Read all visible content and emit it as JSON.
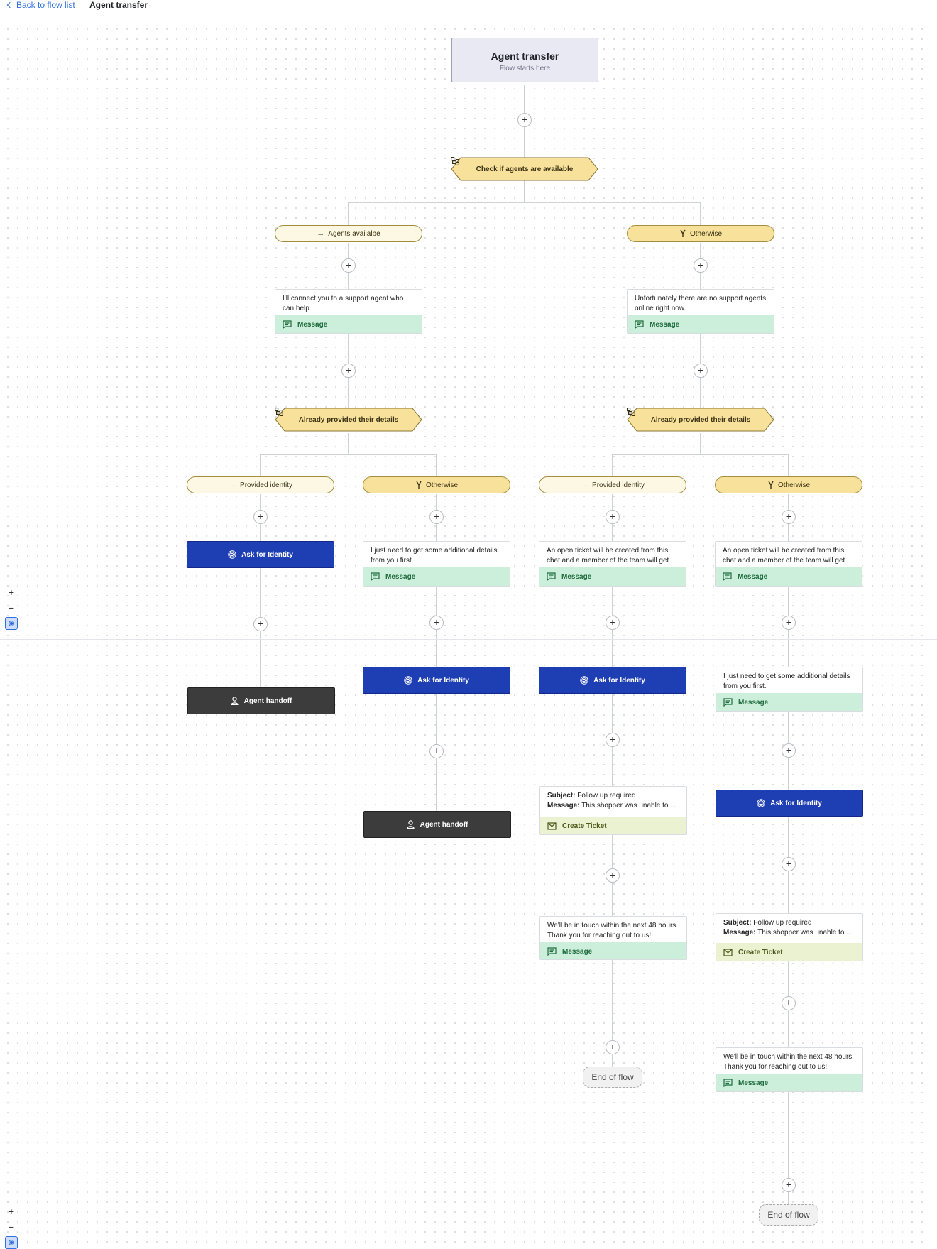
{
  "topbar": {
    "back_label": "Back to flow list",
    "title": "Agent transfer"
  },
  "start": {
    "title": "Agent transfer",
    "subtitle": "Flow starts here"
  },
  "plus_label": "+",
  "conditions": {
    "c1": "Check if agents are available",
    "c2": "Already provided their details",
    "c3": "Already provided their details"
  },
  "branches": {
    "b1": "Agents availalbe",
    "b2": "Otherwise",
    "b3": "Provided identity",
    "b4": "Otherwise",
    "b5": "Provided identity",
    "b6": "Otherwise"
  },
  "messages": {
    "m1": {
      "text": "I'll connect you to a support agent who can help",
      "type": "Message"
    },
    "m2": {
      "text": "Unfortunately there are no support agents online right now.",
      "type": "Message"
    },
    "m3": {
      "text": "I just need to get some additional details from you first",
      "type": "Message"
    },
    "m4": {
      "text": "An open ticket will be created from this chat and a member of the team will get",
      "type": "Message"
    },
    "m5": {
      "text": "An open ticket will be created from this chat and a member of the team will get",
      "type": "Message"
    },
    "m6": {
      "text": "I just need to get some additional details from you first.",
      "type": "Message"
    },
    "m7": {
      "text": "We'll be in touch within the next 48 hours. Thank you for reaching out to us!",
      "type": "Message"
    },
    "m8": {
      "text": "We'll be in touch within the next 48 hours. Thank you for reaching out to us!",
      "type": "Message"
    }
  },
  "tickets": {
    "t1": {
      "subject_label": "Subject:",
      "subject": "Follow up required",
      "message_label": "Message:",
      "message": "This shopper was unable to ...",
      "type": "Create Ticket"
    },
    "t2": {
      "subject_label": "Subject:",
      "subject": "Follow up required",
      "message_label": "Message:",
      "message": "This shopper was unable to ...",
      "type": "Create Ticket"
    }
  },
  "ask_label": "Ask for Identity",
  "handoff_label": "Agent handoff",
  "end_label": "End of flow",
  "zoom": {
    "in": "+",
    "out": "−"
  },
  "colors": {
    "ask": "#1e3eb3",
    "handoff": "#3c3c3c",
    "condition": "#f8e29b",
    "message_footer": "#ccefdc",
    "ticket_footer": "#ebf2d2",
    "link": "#2f6fde"
  },
  "icons": {
    "condition": "branch-tree-icon",
    "branch_default": "fork-icon",
    "branch_match": "arrow-right-icon",
    "message": "chat-bubble-icon",
    "ask": "fingerprint-icon",
    "handoff": "person-icon",
    "ticket": "envelope-icon"
  }
}
